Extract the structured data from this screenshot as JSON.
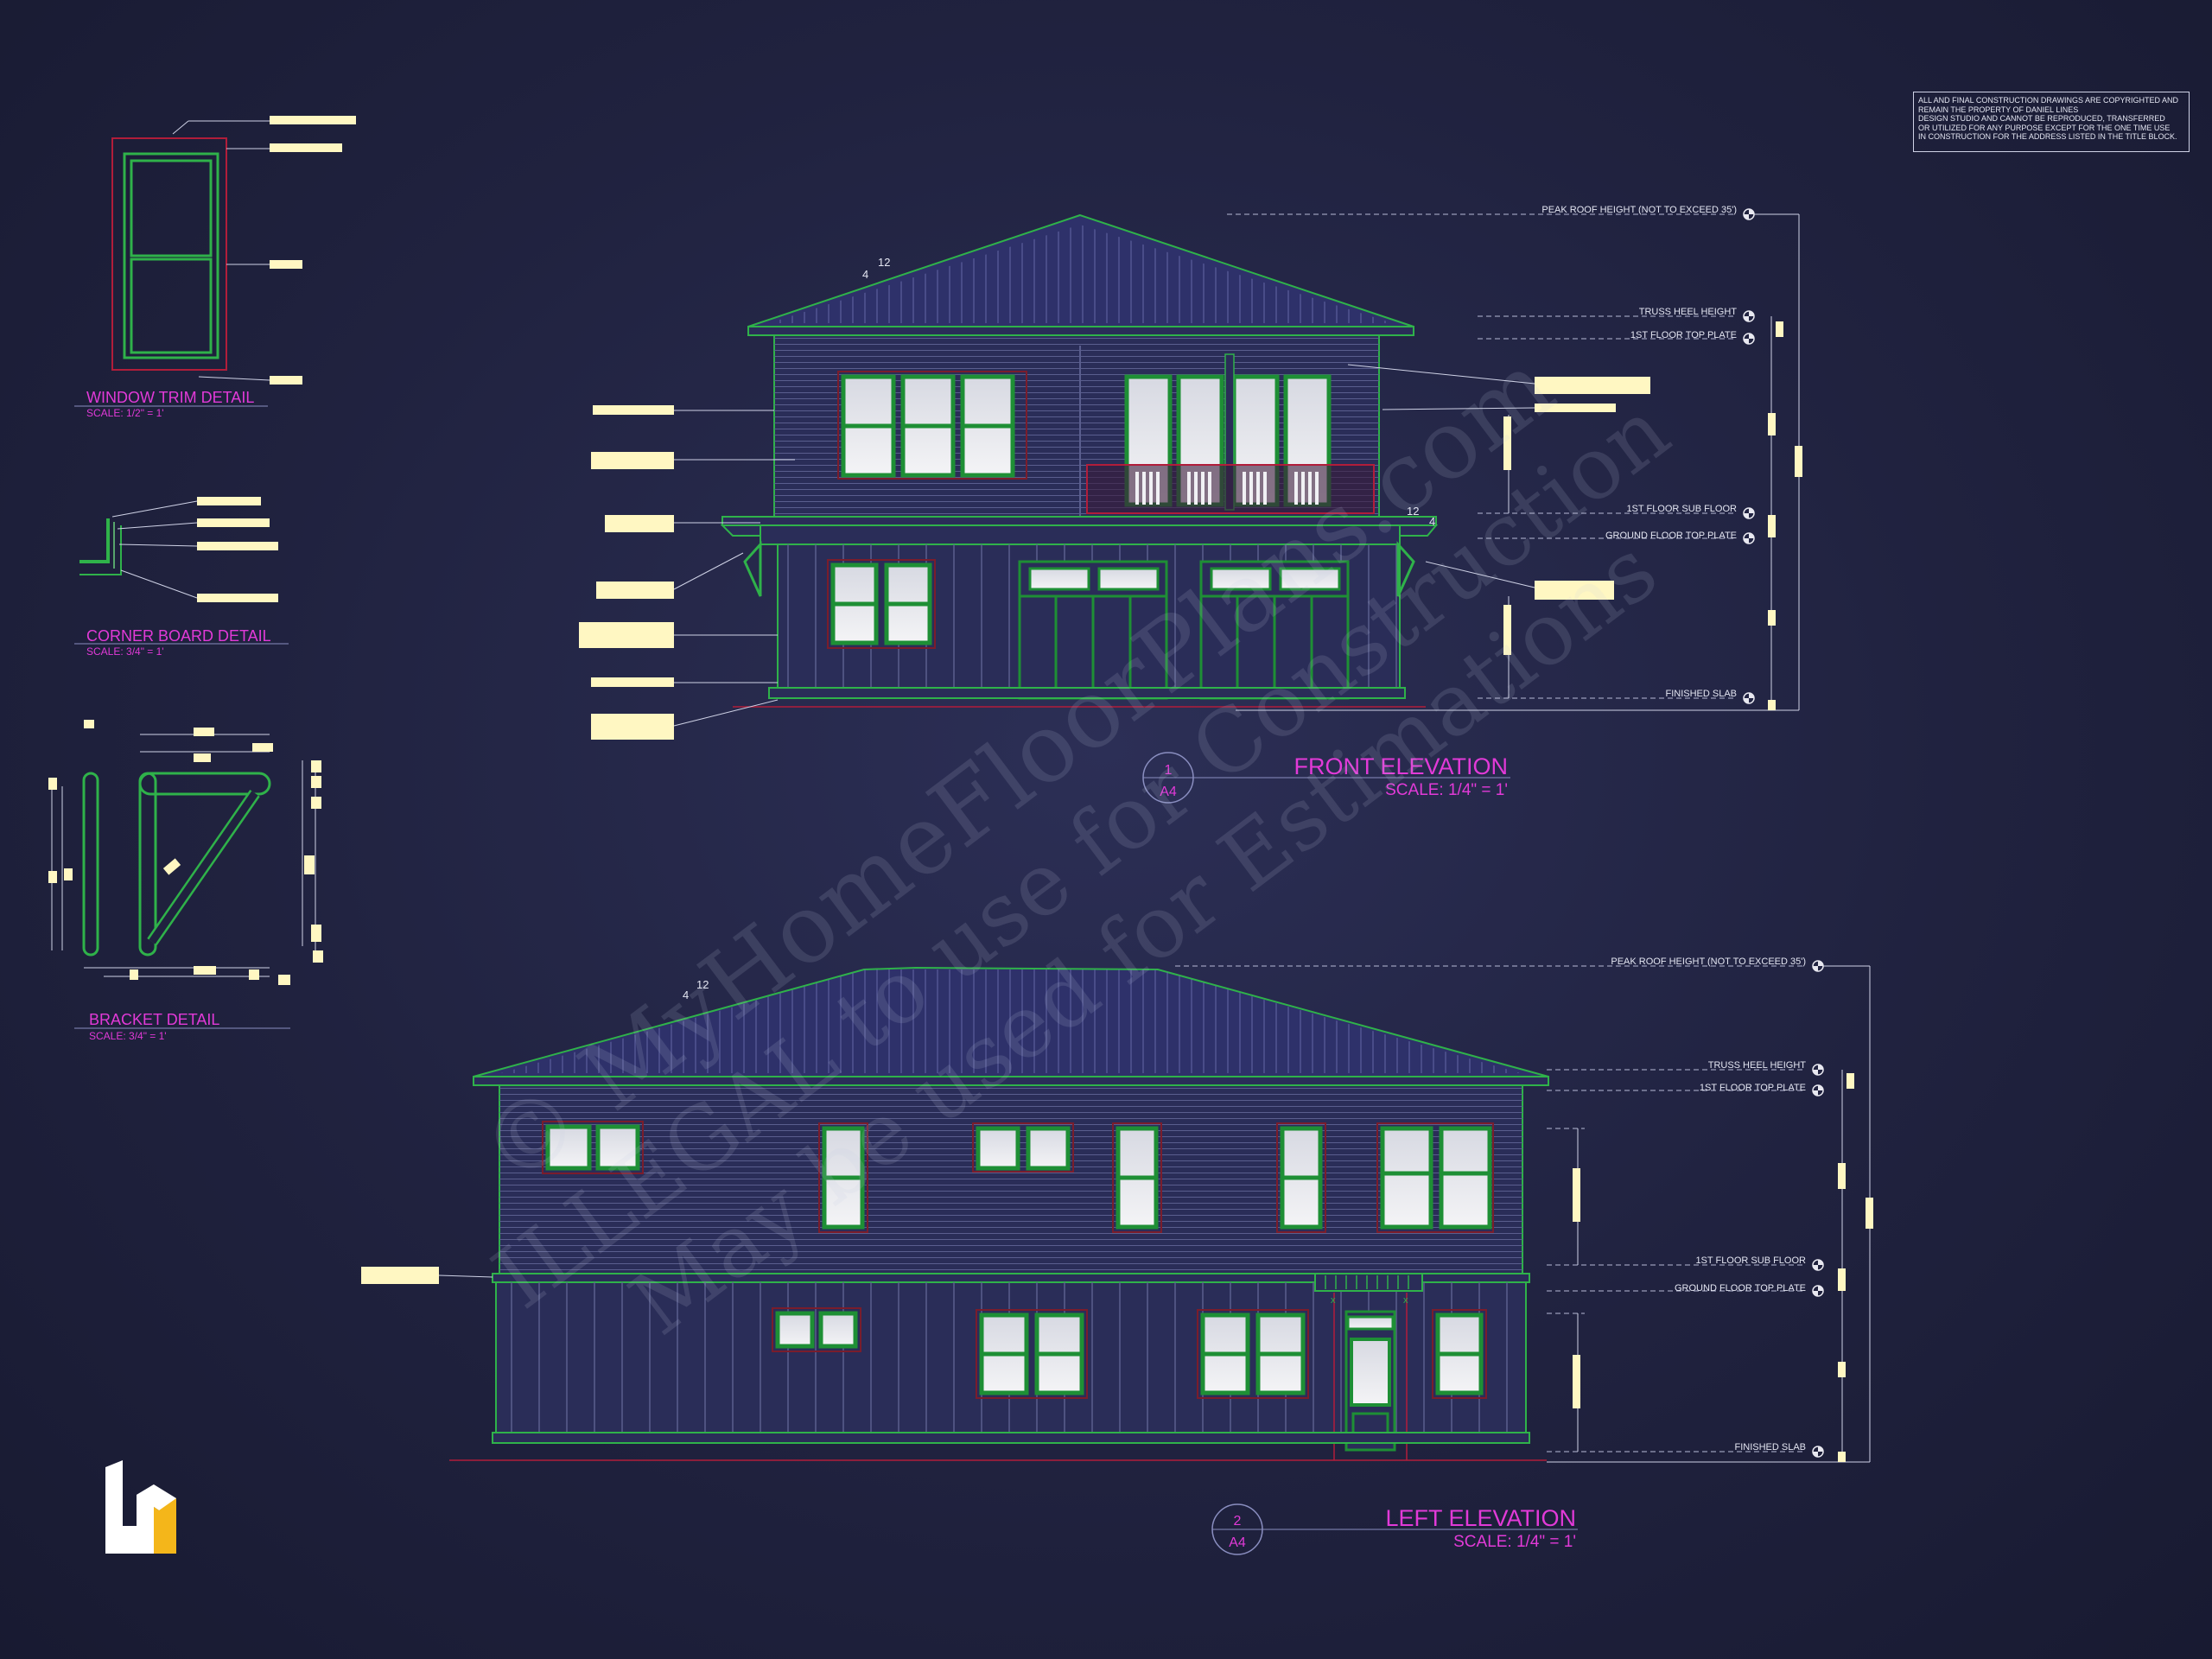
{
  "copyright": {
    "lines": [
      "ALL   AND FINAL CONSTRUCTION DRAWINGS ARE COPYRIGHTED AND",
      "REMAIN THE PROPERTY OF DANIEL LINES",
      "DESIGN STUDIO AND CANNOT BE REPRODUCED, TRANSFERRED",
      "OR UTILIZED FOR ANY PURPOSE EXCEPT FOR THE ONE TIME USE",
      "IN CONSTRUCTION FOR THE ADDRESS LISTED IN THE TITLE BLOCK."
    ]
  },
  "details": {
    "window_trim": {
      "title": "WINDOW TRIM DETAIL",
      "scale": "SCALE:  1/2\" = 1'"
    },
    "corner_board": {
      "title": "CORNER BOARD DETAIL",
      "scale": "SCALE:  3/4\" = 1'"
    },
    "bracket": {
      "title": "BRACKET DETAIL",
      "scale": "SCALE:  3/4\" = 1'"
    }
  },
  "front_elevation": {
    "title": "FRONT ELEVATION",
    "scale": "SCALE:  1/4\" = 1'",
    "tag_number": "1",
    "tag_sheet": "A4",
    "pitch_rise": "4",
    "pitch_run": "12",
    "levels": {
      "peak": "PEAK ROOF HEIGHT (NOT TO EXCEED 35')",
      "truss_heel": "TRUSS HEEL HEIGHT",
      "first_top_plate": "1ST FLOOR TOP PLATE",
      "first_sub_floor": "1ST FLOOR SUB FLOOR",
      "ground_top_plate": "GROUND FLOOR TOP PLATE",
      "finished_slab": "FINISHED SLAB"
    }
  },
  "left_elevation": {
    "title": "LEFT ELEVATION",
    "scale": "SCALE:  1/4\" = 1'",
    "tag_number": "2",
    "tag_sheet": "A4",
    "pitch_rise": "4",
    "pitch_run": "12",
    "levels": {
      "peak": "PEAK ROOF HEIGHT (NOT TO EXCEED 35')",
      "truss_heel": "TRUSS HEEL HEIGHT",
      "first_top_plate": "1ST FLOOR TOP PLATE",
      "first_sub_floor": "1ST FLOOR SUB FLOOR",
      "ground_top_plate": "GROUND FLOOR TOP PLATE",
      "finished_slab": "FINISHED SLAB"
    }
  },
  "watermark": {
    "line1": "© MyHomeFloorPlans.com",
    "line2": "ILLEGAL to use for Construction",
    "line3": "May be used for Estimations"
  },
  "colors": {
    "accent_magenta": "#e23ad8",
    "outline_green": "#2fb24a",
    "dim_white": "#d8dae8",
    "label_yellow": "#fff7c2",
    "logo_yellow": "#f4b61a"
  }
}
